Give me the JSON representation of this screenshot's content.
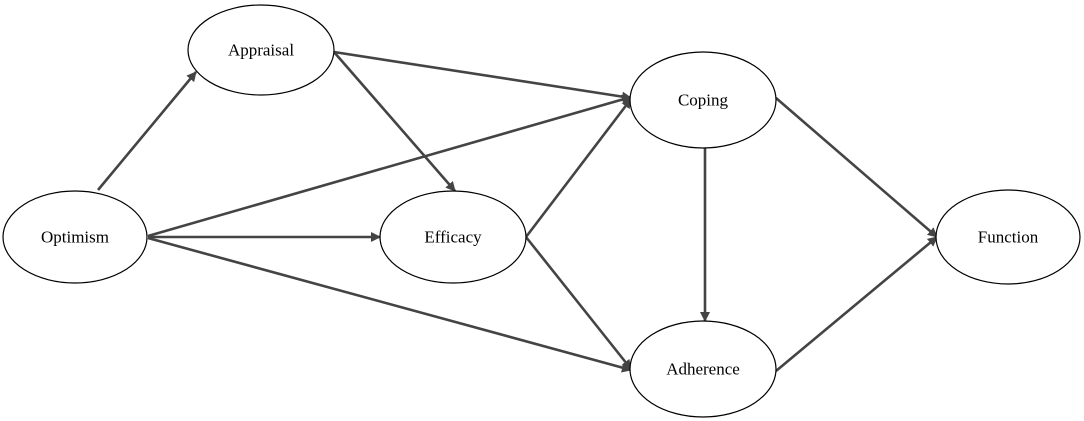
{
  "diagram": {
    "nodes": [
      {
        "id": "optimism",
        "label": "Optimism"
      },
      {
        "id": "appraisal",
        "label": "Appraisal"
      },
      {
        "id": "efficacy",
        "label": "Efficacy"
      },
      {
        "id": "coping",
        "label": "Coping"
      },
      {
        "id": "adherence",
        "label": "Adherence"
      },
      {
        "id": "function",
        "label": "Function"
      }
    ],
    "edges": [
      {
        "from": "optimism",
        "to": "appraisal"
      },
      {
        "from": "optimism",
        "to": "coping"
      },
      {
        "from": "optimism",
        "to": "efficacy"
      },
      {
        "from": "optimism",
        "to": "adherence"
      },
      {
        "from": "appraisal",
        "to": "coping"
      },
      {
        "from": "appraisal",
        "to": "efficacy"
      },
      {
        "from": "efficacy",
        "to": "coping"
      },
      {
        "from": "efficacy",
        "to": "adherence"
      },
      {
        "from": "coping",
        "to": "adherence"
      },
      {
        "from": "coping",
        "to": "function"
      },
      {
        "from": "adherence",
        "to": "function"
      }
    ],
    "colors": {
      "edge": "#444444",
      "node_stroke": "#000000",
      "node_fill": "#ffffff",
      "text": "#000000"
    }
  }
}
